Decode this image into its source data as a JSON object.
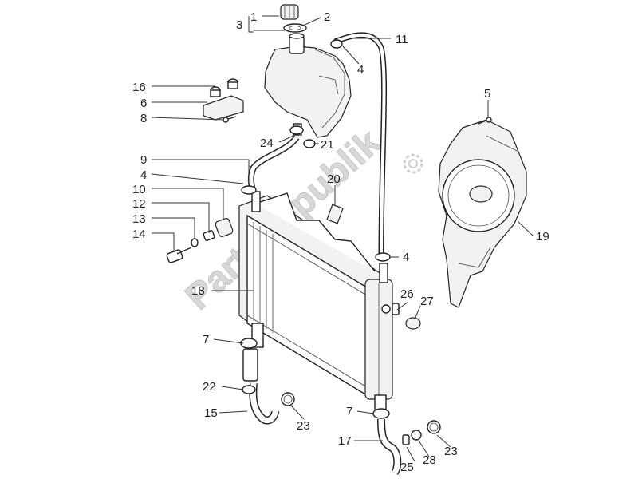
{
  "watermark": "PartsRepublik",
  "labels": {
    "l1": "1",
    "l2": "2",
    "l3": "3",
    "l4a": "4",
    "l4b": "4",
    "l4c": "4",
    "l5": "5",
    "l6": "6",
    "l7a": "7",
    "l7b": "7",
    "l8": "8",
    "l9": "9",
    "l10": "10",
    "l11": "11",
    "l12": "12",
    "l13": "13",
    "l14": "14",
    "l15": "15",
    "l16": "16",
    "l17": "17",
    "l18": "18",
    "l19": "19",
    "l20": "20",
    "l21": "21",
    "l22": "22",
    "l23a": "23",
    "l23b": "23",
    "l24": "24",
    "l25": "25",
    "l26": "26",
    "l27": "27",
    "l28": "28"
  },
  "icons": {
    "gear": "gear-icon"
  }
}
